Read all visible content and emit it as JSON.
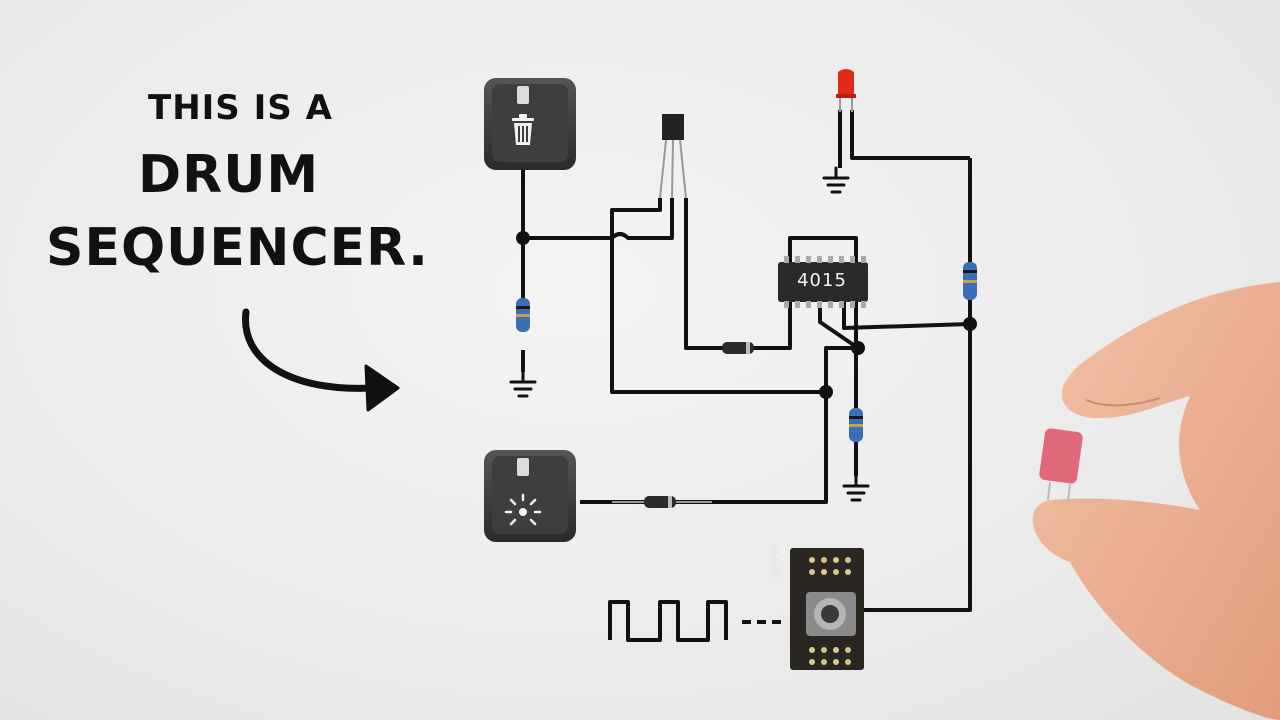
{
  "headline": {
    "line1": "THIS IS A",
    "line2": "DRUM",
    "line3": "SEQUENCER."
  },
  "components": {
    "chip_label": "4015",
    "pot_label": "EDUPOT1"
  },
  "icons": {
    "top_key": "trash-icon",
    "bottom_key": "light-burst-icon"
  },
  "colors": {
    "wire": "#111111",
    "led": "#e02a1a",
    "resistor": "#3a6fb8",
    "capacitor": "#e06a7a",
    "key": "#3b3b3b"
  }
}
